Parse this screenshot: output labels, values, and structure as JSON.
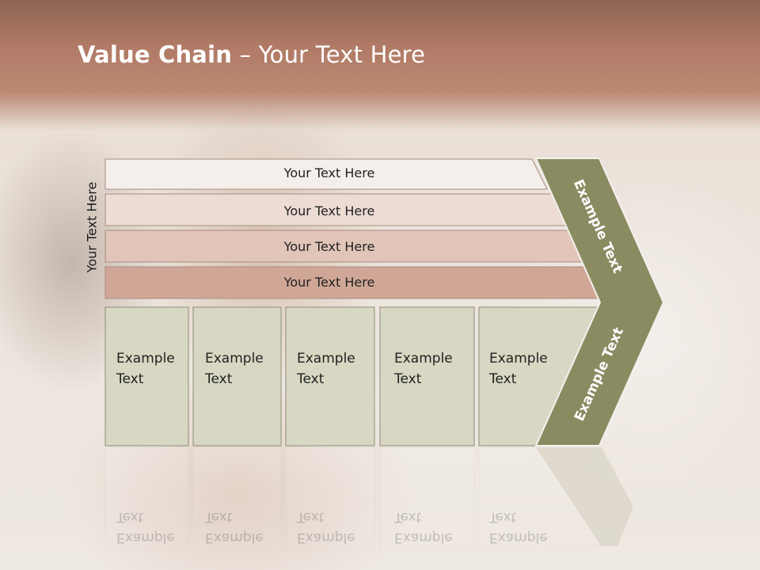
{
  "title": {
    "bold": "Value Chain",
    "rest": " – Your Text Here"
  },
  "side_label": "Your Text Here",
  "rows": [
    {
      "label": "Your Text Here",
      "color": "#f5efeb"
    },
    {
      "label": "Your Text Here",
      "color": "#ecdcd3"
    },
    {
      "label": "Your Text Here",
      "color": "#e1c5b8"
    },
    {
      "label": "Your Text Here",
      "color": "#d0a796"
    }
  ],
  "boxes": [
    {
      "line1": "Example",
      "line2": "Text"
    },
    {
      "line1": "Example",
      "line2": "Text"
    },
    {
      "line1": "Example",
      "line2": "Text"
    },
    {
      "line1": "Example",
      "line2": "Text"
    },
    {
      "line1": "Example",
      "line2": "Text"
    }
  ],
  "arrow": {
    "upper_label": "Example Text",
    "lower_label": "Example Text",
    "color": "#8b8b62"
  },
  "colors": {
    "box_fill": "#d7d7c3",
    "box_border": "#8e8e7a",
    "header_band": "#b07a66"
  }
}
